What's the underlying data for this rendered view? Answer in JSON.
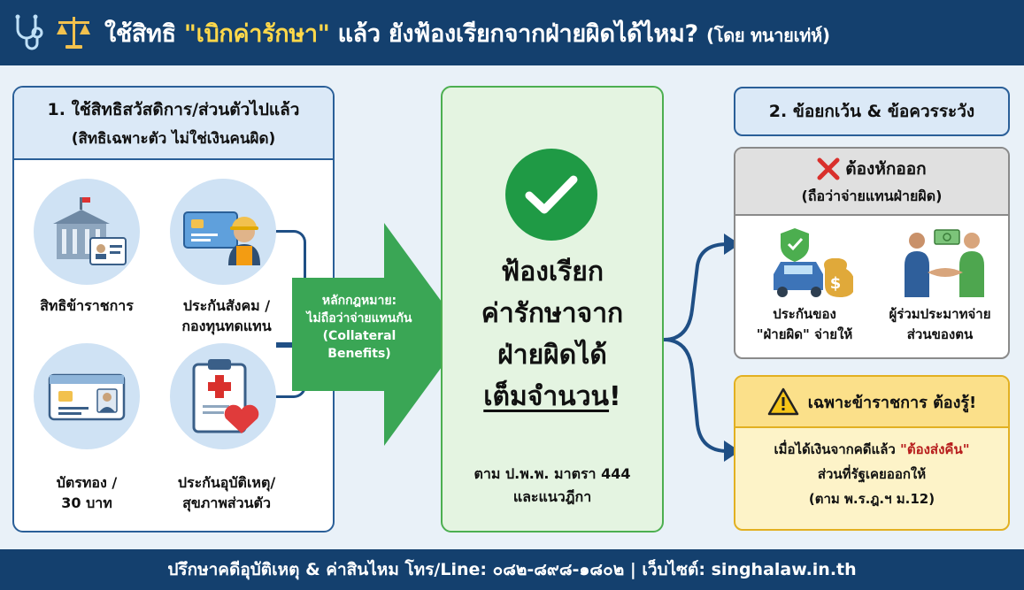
{
  "header": {
    "title_part1": "ใช้สิทธิ ",
    "title_highlight": "\"เบิกค่ารักษา\"",
    "title_part2": " แล้ว ยังฟ้องเรียกจากฝ่ายผิดได้ไหม? ",
    "title_small": "(โดย ทนายเท่ห์)",
    "icons": [
      "stethoscope-icon",
      "scales-of-justice-icon"
    ]
  },
  "left_panel": {
    "title": "1. ใช้สิทธิสวัสดิการ/ส่วนตัวไปแล้ว",
    "subtitle": "(สิทธิเฉพาะตัว ไม่ใช่เงินคนผิด)",
    "items": [
      {
        "label_line1": "สิทธิข้าราชการ",
        "label_line2": "",
        "icon": "government-building-icon"
      },
      {
        "label_line1": "ประกันสังคม /",
        "label_line2": "กองทุนทดแทน",
        "icon": "social-security-card-worker-icon"
      },
      {
        "label_line1": "บัตรทอง /",
        "label_line2": "30 บาท",
        "icon": "health-card-icon"
      },
      {
        "label_line1": "ประกันอุบัติเหตุ/",
        "label_line2": "สุขภาพส่วนตัว",
        "icon": "medical-clipboard-heart-icon"
      }
    ]
  },
  "arrow": {
    "line1": "หลักกฎหมาย:",
    "line2": "ไม่ถือว่าจ่ายแทนกัน",
    "line3": "(Collateral",
    "line4": "Benefits)"
  },
  "center_panel": {
    "icon": "checkmark-icon",
    "line1": "ฟ้องเรียก",
    "line2": "ค่ารักษาจาก",
    "line3": "ฝ่ายผิดได้",
    "line4": "เต็มจำนวน",
    "line4_suffix": "!",
    "sub_line1": "ตาม ป.พ.พ. มาตรา 444",
    "sub_line2": "และแนวฎีกา"
  },
  "right_panel": {
    "title": "2. ข้อยกเว้น & ข้อควรระวัง",
    "deduct": {
      "title": "ต้องหักออก",
      "subtitle": "(ถือว่าจ่ายแทนฝ่ายผิด)",
      "items": [
        {
          "label_line1": "ประกันของ",
          "label_line2": "\"ฝ่ายผิด\" จ่ายให้",
          "icon": "car-insurance-moneybag-icon"
        },
        {
          "label_line1": "ผู้ร่วมประมาทจ่าย",
          "label_line2": "ส่วนของตน",
          "icon": "people-handshake-money-icon"
        }
      ]
    },
    "warning": {
      "title": "เฉพาะข้าราชการ ต้องรู้!",
      "body_line1_a": "เมื่อได้เงินจากคดีแล้ว ",
      "body_line1_b": "\"ต้องส่งคืน\"",
      "body_line2": "ส่วนที่รัฐเคยออกให้",
      "body_line3": "(ตาม พ.ร.ฎ.ฯ ม.12)"
    }
  },
  "footer": {
    "text": "ปรึกษาคดีอุบัติเหตุ & ค่าสินไหม โทร/Line: ๐๘๒-๘๙๘-๑๘๐๒ | เว็บไซต์: singhalaw.in.th"
  },
  "colors": {
    "navy": "#14406e",
    "green": "#1f9a45",
    "arrow_green": "#3aa655",
    "light_blue": "#dbe9f7",
    "yellow": "#fbe08a",
    "red": "#b71c1c"
  }
}
